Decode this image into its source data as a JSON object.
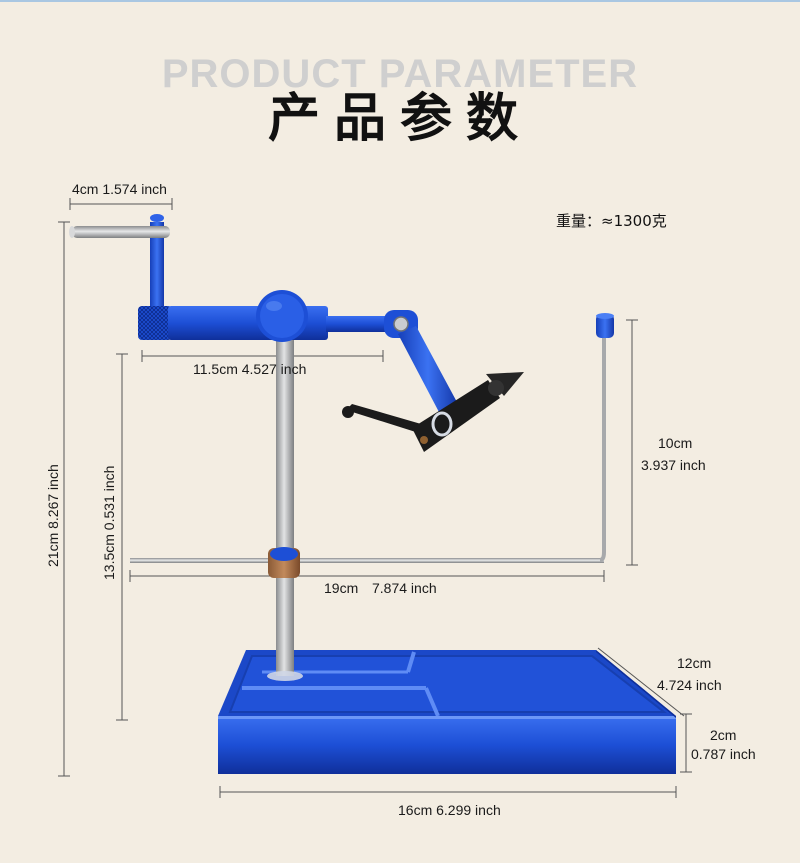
{
  "header": {
    "bg_title": "PRODUCT PARAMETER",
    "title": "产品参数"
  },
  "weight": "重量：≈1300克",
  "dimensions": {
    "handle": "4cm 1.574 inch",
    "arm": "11.5cm 4.527 inch",
    "total_height": "21cm 8.267 inch",
    "rod_height": "13.5cm 0.531 inch",
    "bobbin_rest_height_cm": "10cm",
    "bobbin_rest_height_in": "3.937 inch",
    "rest_length_cm": "19cm",
    "rest_length_in": "7.874 inch",
    "base_depth_cm": "12cm",
    "base_depth_in": "4.724 inch",
    "base_height_cm": "2cm",
    "base_height_in": "0.787 inch",
    "base_width": "16cm 6.299 inch"
  },
  "colors": {
    "background": "#f3ede2",
    "anodized_blue": "#1d4fd6",
    "steel": "#b9bbbd",
    "jaw_black": "#1b1b1b"
  }
}
